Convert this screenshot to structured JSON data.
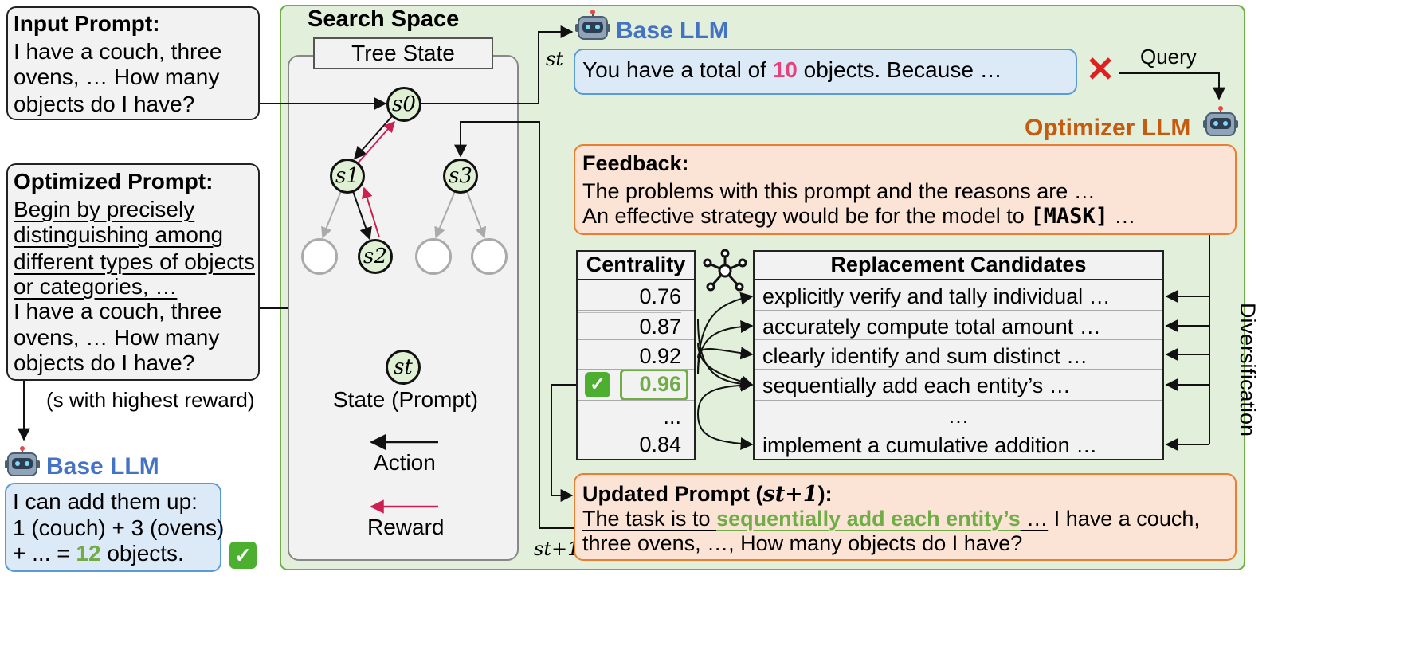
{
  "input_prompt": {
    "title": "Input Prompt:",
    "line1": "I have a couch, three",
    "line2": "ovens, … How many",
    "line3": "objects do I have?"
  },
  "optimized_prompt": {
    "title": "Optimized Prompt:",
    "u1": "Begin by precisely",
    "u2": "distinguishing among",
    "u3": "different types of objects",
    "u4": "or categories, …",
    "line1": "I have a couch, three",
    "line2": "ovens, … How many",
    "line3": "objects do I have?",
    "note": "(s with highest reward)"
  },
  "base_llm_bottom": {
    "label": "Base LLM",
    "line1": "I can add them up:",
    "line2": "1 (couch) + 3 (ovens)",
    "line3_pre": "+ ... = ",
    "line3_num": "12",
    "line3_post": " objects."
  },
  "search_space": {
    "title": "Search Space",
    "tree_state": "Tree State",
    "nodes": [
      "s0",
      "s1",
      "s2",
      "s3"
    ],
    "legend_state_symbol": "st",
    "legend_state": "State (Prompt)",
    "legend_action": "Action",
    "legend_reward": "Reward"
  },
  "base_llm_top": {
    "label": "Base LLM",
    "st": "st",
    "resp_pre": "You have a total of ",
    "resp_num": "10",
    "resp_post": " objects. Because …",
    "query": "Query"
  },
  "optimizer": {
    "label": "Optimizer LLM",
    "feedback_title": "Feedback:",
    "feedback_line1": "The problems with this prompt and the reasons are …",
    "feedback_line2_pre": "An effective strategy would be for the model to ",
    "feedback_mask": "[MASK]",
    "feedback_line2_post": " …"
  },
  "table": {
    "centrality_header": "Centrality",
    "candidates_header": "Replacement Candidates",
    "rows": [
      {
        "centrality": "0.76",
        "candidate": "explicitly verify and tally individual …"
      },
      {
        "centrality": "0.87",
        "candidate": "accurately compute total amount …"
      },
      {
        "centrality": "0.92",
        "candidate": "clearly identify and sum distinct …"
      },
      {
        "centrality": "0.96",
        "candidate": "sequentially add each entity’s …"
      },
      {
        "centrality": "...",
        "candidate": "…"
      },
      {
        "centrality": "0.84",
        "candidate": "implement a cumulative addition …"
      }
    ],
    "diversification": "Diversification"
  },
  "updated_prompt": {
    "title_pre": "Updated Prompt (",
    "title_sym": "st+1",
    "title_post": "):",
    "pre": "The task is to ",
    "highlight": "sequentially add each entity’s",
    "post_u": " …",
    "post": " I have a couch,",
    "line2": "three ovens, …, How many objects do I have?",
    "st1": "st+1"
  },
  "colors": {
    "blue": "#4472c4",
    "orange": "#c55a11",
    "green": "#70ad47",
    "pink": "#e8407a",
    "red": "#cc2050",
    "panel_green": "#e2efda",
    "box_blue": "#dce9f7",
    "box_orange": "#fbe4d6"
  }
}
